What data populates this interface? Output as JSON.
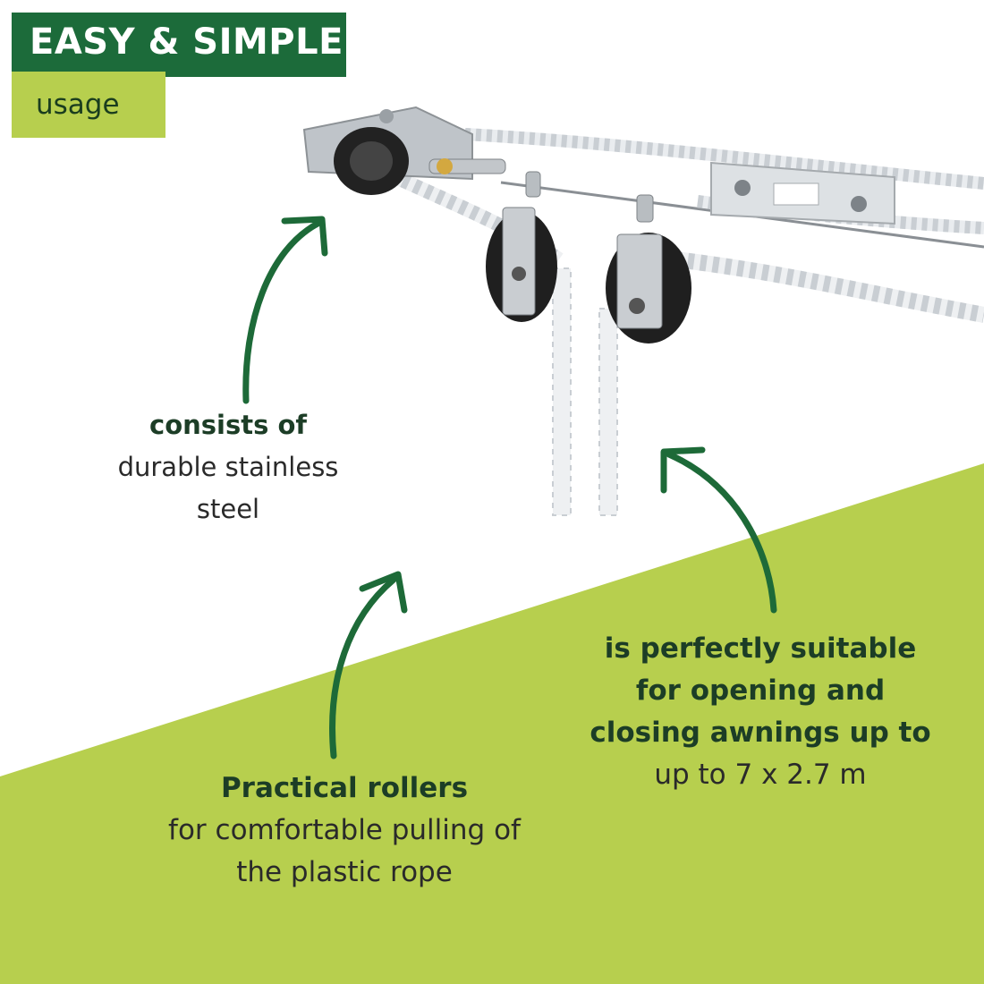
{
  "badge": {
    "title": "EASY & SIMPLE",
    "subtitle": "usage"
  },
  "features": {
    "steel": {
      "bold": "consists of",
      "lines": [
        "durable stainless",
        "steel"
      ]
    },
    "rollers": {
      "bold": "Practical rollers",
      "lines": [
        "for comfortable pulling of",
        "the plastic rope"
      ]
    },
    "awning": {
      "bold_lines": [
        "is perfectly suitable",
        "for opening and",
        "closing awnings up to"
      ],
      "line": "up to 7 x 2.7 m"
    }
  },
  "colors": {
    "dark_green": "#1c6b3a",
    "lime": "#b7cf4e",
    "arrow": "#1d6a38"
  }
}
